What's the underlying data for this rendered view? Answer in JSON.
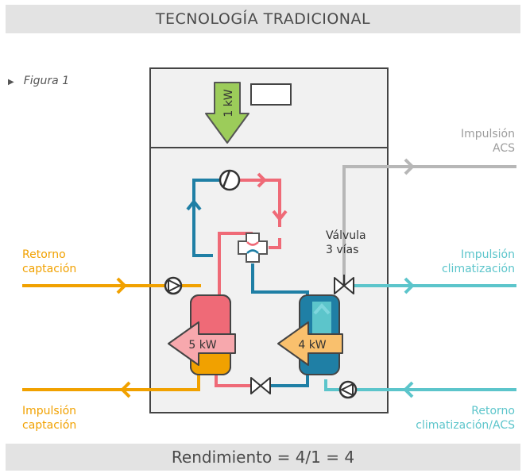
{
  "title": "TECNOLOGÍA TRADICIONAL",
  "figure_label": "Figura 1",
  "compressor_power": "1 kW",
  "source_exchanger_power": "5 kW",
  "sink_exchanger_power": "4 kW",
  "labels": {
    "impulsion_acs_1": "Impulsión",
    "impulsion_acs_2": "ACS",
    "valvula_1": "Válvula",
    "valvula_2": "3 vías",
    "retorno_captacion_1": "Retorno",
    "retorno_captacion_2": "captación",
    "impulsion_clima_1": "Impulsión",
    "impulsion_clima_2": "climatización",
    "impulsion_captacion_1": "Impulsión",
    "impulsion_captacion_2": "captación",
    "retorno_clima_1": "Retorno",
    "retorno_clima_2": "climatización/ACS"
  },
  "footer": "Rendimiento = 4/1 = 4",
  "colors": {
    "orange": "#f1a100",
    "cyan": "#5cc5cb",
    "gray": "#b7b7b7",
    "red": "#ef6a77",
    "blue": "#1f7fa5",
    "green": "#9ccc5a"
  }
}
